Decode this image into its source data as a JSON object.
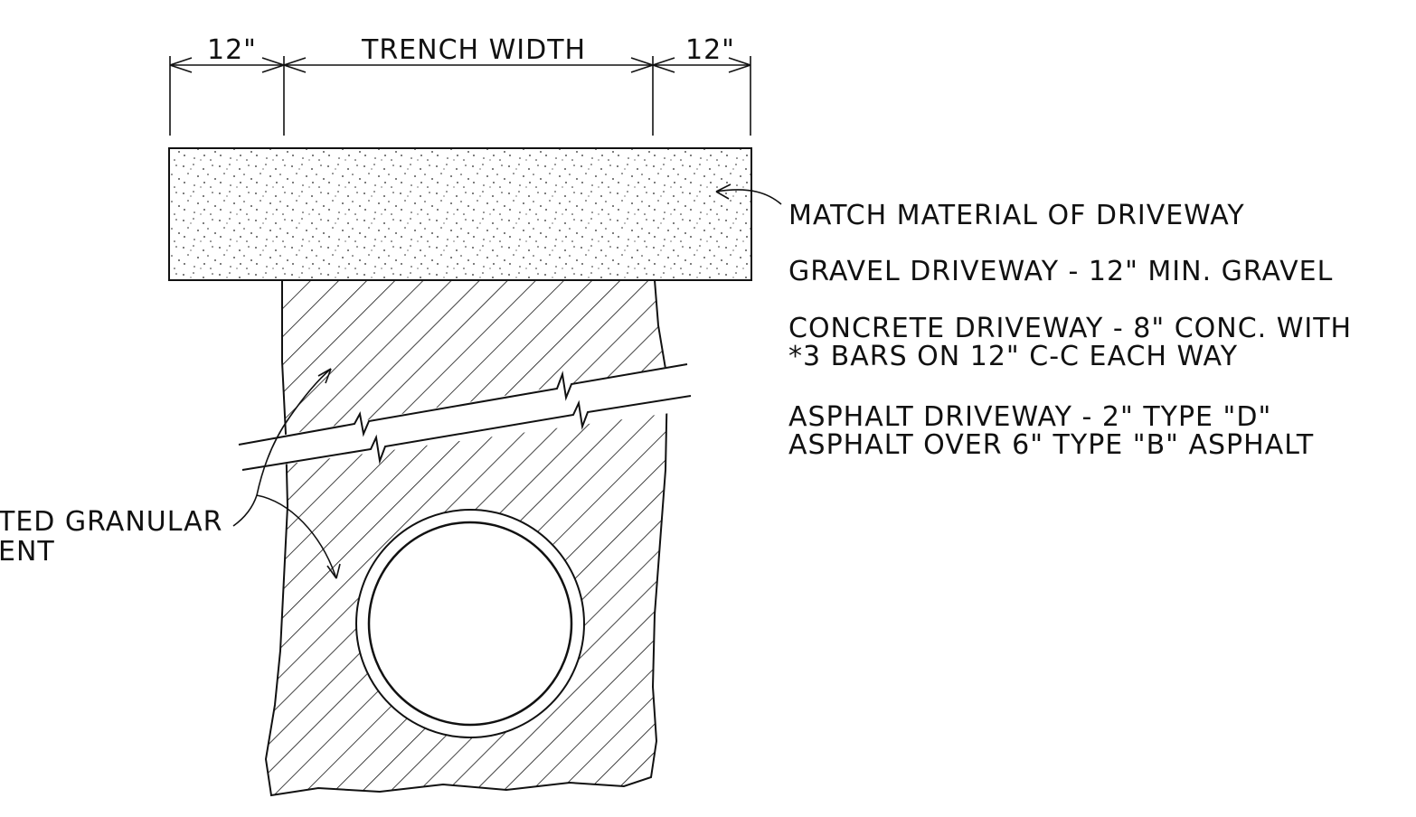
{
  "dimensions": {
    "left_offset": "12\"",
    "trench_width": "TRENCH WIDTH",
    "right_offset": "12\""
  },
  "notes": {
    "match_material": "MATCH MATERIAL OF DRIVEWAY",
    "gravel": "GRAVEL DRIVEWAY  - 12\" MIN. GRAVEL",
    "concrete_line1": "CONCRETE DRIVEWAY  - 8\" CONC. WITH",
    "concrete_line2": "*3 BARS ON 12\" C-C EACH WAY",
    "asphalt_line1": "ASPHALT DRIVEWAY  - 2\" TYPE \"D\"",
    "asphalt_line2": "ASPHALT OVER 6\" TYPE \"B\" ASPHALT",
    "backfill_line1": "TED GRANULAR",
    "backfill_line2": "ENT"
  },
  "colors": {
    "ink": "#111111",
    "background": "#ffffff"
  }
}
